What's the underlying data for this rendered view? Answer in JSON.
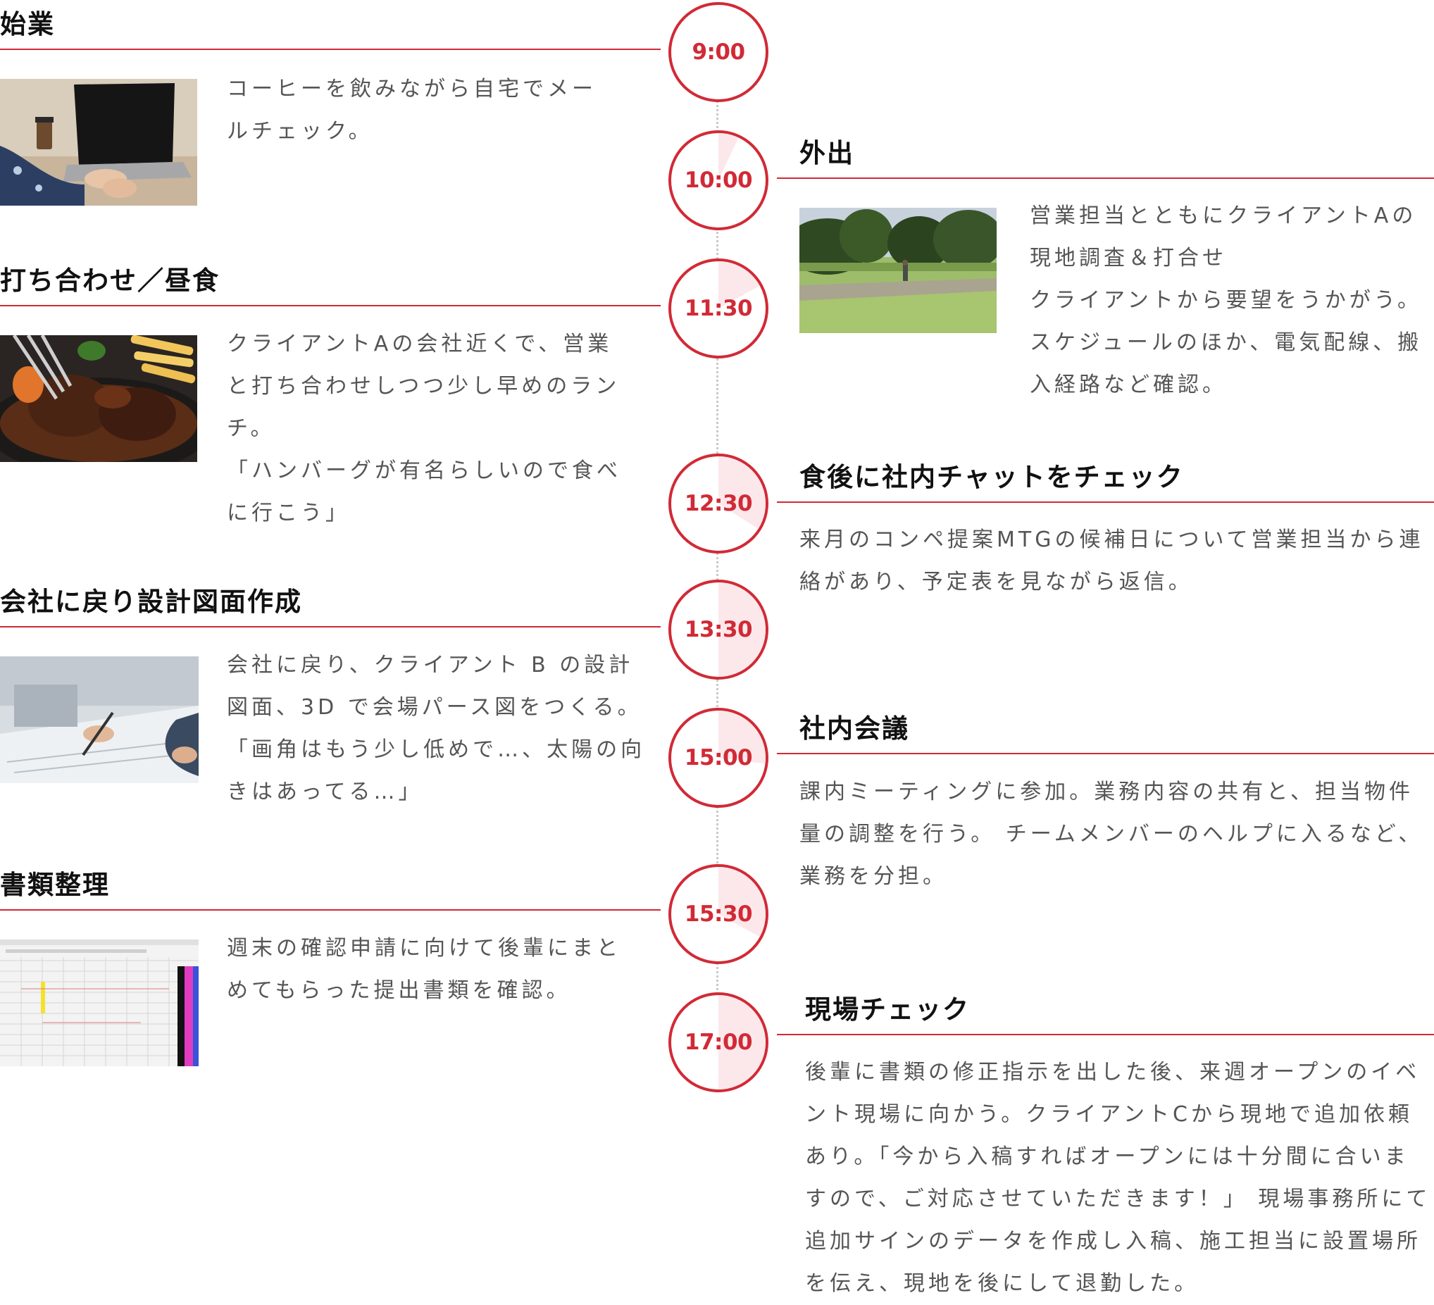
{
  "timeline": {
    "times": [
      {
        "label": "9:00",
        "progress": 0.0
      },
      {
        "label": "10:00",
        "progress": 0.07
      },
      {
        "label": "11:30",
        "progress": 0.17
      },
      {
        "label": "12:30",
        "progress": 0.34
      },
      {
        "label": "13:30",
        "progress": 0.5
      },
      {
        "label": "15:00",
        "progress": 0.27
      },
      {
        "label": "15:30",
        "progress": 0.33
      },
      {
        "label": "17:00",
        "progress": 0.5
      }
    ]
  },
  "entries": [
    {
      "title": "始業",
      "lines": [
        "コーヒーを飲みながら自宅でメー",
        "ルチェック。"
      ]
    },
    {
      "title": "外出",
      "lines": [
        "営業担当とともにクライアントAの",
        "現地調査＆打合せ",
        "クライアントから要望をうかがう。",
        "スケジュールのほか、電気配線、搬",
        "入経路など確認。"
      ]
    },
    {
      "title": "打ち合わせ／昼食",
      "lines": [
        "クライアントAの会社近くで、営業",
        "と打ち合わせしつつ少し早めのラン",
        "チ。",
        "「ハンバーグが有名らしいので食べ",
        "に行こう」"
      ]
    },
    {
      "title": "食後に社内チャットをチェック",
      "lines": [
        "来月のコンペ提案MTGの候補日について営業担当から連",
        "絡があり、予定表を見ながら返信。"
      ]
    },
    {
      "title": "会社に戻り設計図面作成",
      "lines": [
        "会社に戻り、クライアント B の設計",
        "図面、3D で会場パース図をつくる。",
        "「画角はもう少し低めで…、太陽の向",
        "きはあってる…」"
      ]
    },
    {
      "title": "社内会議",
      "lines": [
        "課内ミーティングに参加。業務内容の共有と、担当物件",
        "量の調整を行う。 チームメンバーのヘルプに入るなど、",
        "業務を分担。"
      ]
    },
    {
      "title": "書類整理",
      "lines": [
        "週末の確認申請に向けて後輩にまと",
        "めてもらった提出書類を確認。"
      ]
    },
    {
      "title": "現場チェック",
      "lines": [
        "後輩に書類の修正指示を出した後、来週オープンのイベ",
        "ント現場に向かう。クライアントCから現地で追加依頼",
        "あり。「今から入稿すればオープンには十分間に合いま",
        "すので、ご対応させていただきます！」 現場事務所にて",
        "追加サインのデータを作成し入稿、施工担当に設置場所",
        "を伝え、現地を後にして退勤した。"
      ]
    }
  ],
  "colors": {
    "accent": "#d12a36",
    "pie": "#fce8ea"
  }
}
